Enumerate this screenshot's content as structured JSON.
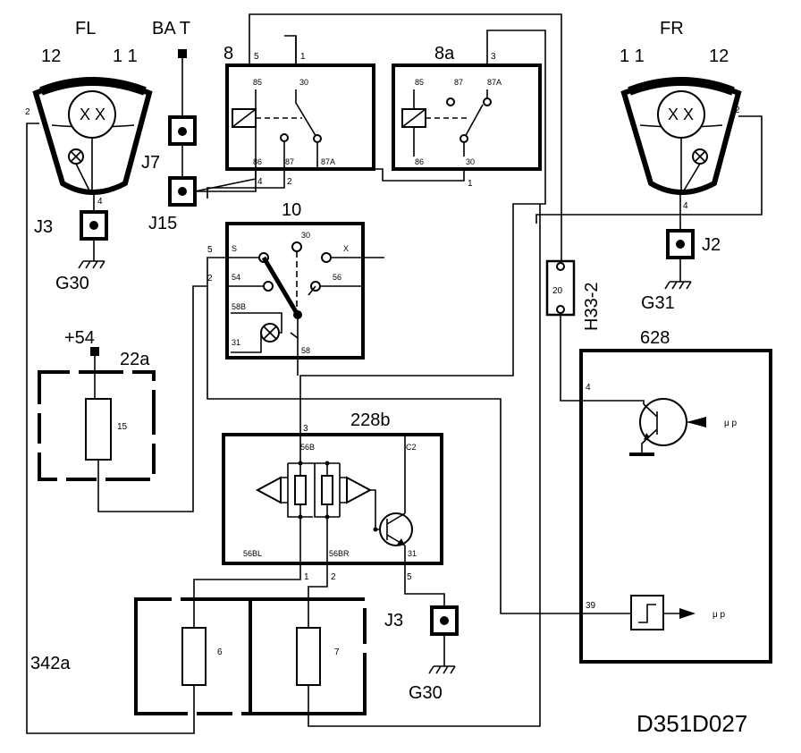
{
  "diagram": {
    "lamp_left": {
      "label": "FL",
      "pin_a": "12",
      "pin_b": "1 1",
      "pin2": "2",
      "pin4": "4",
      "glyph": "X X"
    },
    "lamp_right": {
      "label": "FR",
      "pin_a": "1 1",
      "pin_b": "12",
      "pin2": "2",
      "pin4": "4",
      "glyph": "X X"
    },
    "batt": {
      "label": "BA  T"
    },
    "connectors": {
      "j7": "J7",
      "j15": "J15",
      "j3_top": "J3",
      "j3_bottom": "J3",
      "j2": "J2"
    },
    "grounds": {
      "g30_top": "G30",
      "g31": "G31",
      "g30_bottom": "G30"
    },
    "relay8": {
      "id": "8",
      "p85": "85",
      "p30": "30",
      "p86": "86",
      "p87": "87",
      "p87a": "87A",
      "w5": "5",
      "w1": "1",
      "w4": "4",
      "w2": "2"
    },
    "relay8a": {
      "id": "8a",
      "p85": "85",
      "p87": "87",
      "p87a": "87A",
      "p86": "86",
      "p30": "30",
      "w3": "3",
      "w1": "1"
    },
    "switch10": {
      "id": "10",
      "p30": "30",
      "px": "X",
      "ps": "S",
      "p54": "54",
      "p56": "56",
      "p58b": "58B",
      "p31": "31",
      "p58": "58",
      "w5": "5",
      "w2": "2"
    },
    "unit22a": {
      "id": "22a",
      "supply": "+54",
      "fuse": "15"
    },
    "module228b": {
      "id": "228b",
      "p56b": "56B",
      "pc2": "C2",
      "p56bl": "56BL",
      "p56br": "56BR",
      "p31": "31",
      "w3": "3",
      "w1": "1",
      "w2": "2",
      "w5": "5"
    },
    "unit342a": {
      "id": "342a",
      "fuse6": "6",
      "fuse7": "7"
    },
    "h33": {
      "id": "H33-2",
      "pin": "20"
    },
    "ecu628": {
      "id": "628",
      "p4": "4",
      "p39": "39",
      "mp1": "μ p",
      "mp2": "μ p"
    },
    "ref": "D351D027"
  }
}
